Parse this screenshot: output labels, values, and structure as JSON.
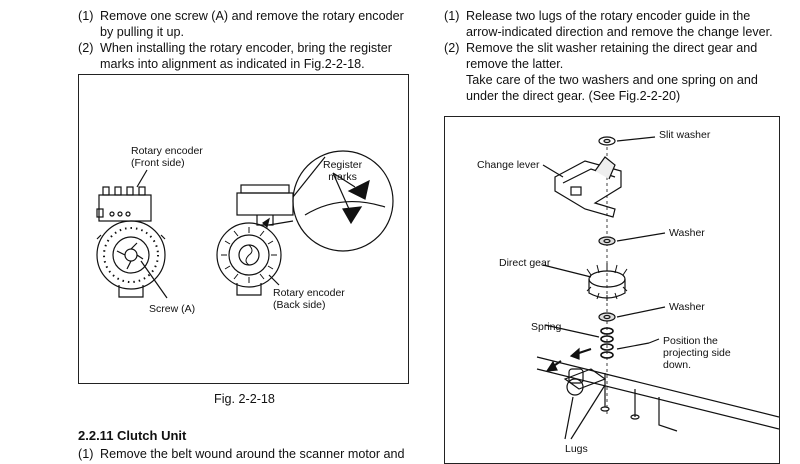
{
  "left_column": {
    "steps_top": [
      {
        "num": "(1)",
        "text": "Remove one screw (A) and remove the rotary encoder by pulling it up."
      },
      {
        "num": "(2)",
        "text": "When installing the rotary encoder, bring the register marks into alignment as indicated in Fig.2-2-18."
      }
    ],
    "figure": {
      "caption": "Fig. 2-2-18",
      "labels": {
        "rotary_front": "Rotary encoder\n(Front side)",
        "register": "Register\nmarks",
        "rotary_back": "Rotary encoder\n(Back side)",
        "screw": "Screw (A)"
      }
    },
    "section_heading": "2.2.11 Clutch Unit",
    "step_cut": {
      "num": "(1)",
      "text": "Remove the belt wound around the scanner motor and"
    }
  },
  "right_column": {
    "steps": [
      {
        "num": "(1)",
        "text": "Release two lugs of the rotary encoder guide in the arrow-indicated direction and remove the change lever."
      },
      {
        "num": "(2)",
        "text": "Remove the slit washer retaining the direct gear and remove the latter."
      }
    ],
    "note": "Take care of the two washers and one spring on and under the direct gear. (See Fig.2-2-20)",
    "figure": {
      "labels": {
        "slit_washer": "Slit washer",
        "change_lever": "Change lever",
        "washer_1": "Washer",
        "direct_gear": "Direct gear",
        "washer_2": "Washer",
        "spring": "Spring",
        "position": "Position the\nprojecting side\ndown.",
        "lugs": "Lugs"
      }
    }
  }
}
